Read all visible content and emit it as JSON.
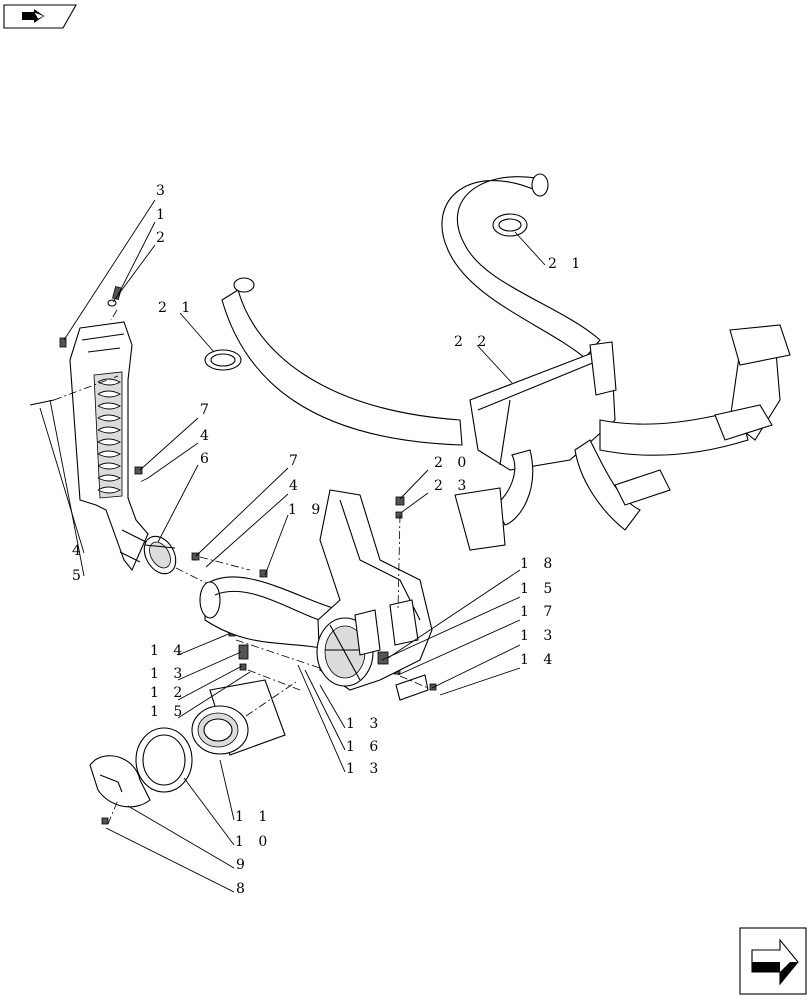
{
  "callouts": [
    {
      "id": "c3",
      "text": "3"
    },
    {
      "id": "c1",
      "text": "1"
    },
    {
      "id": "c2",
      "text": "2"
    },
    {
      "id": "c21a",
      "text": "2 1"
    },
    {
      "id": "c21b",
      "text": "2 1"
    },
    {
      "id": "c22",
      "text": "2 2"
    },
    {
      "id": "c7a",
      "text": "7"
    },
    {
      "id": "c4a",
      "text": "4"
    },
    {
      "id": "c6",
      "text": "6"
    },
    {
      "id": "c7b",
      "text": "7"
    },
    {
      "id": "c4b",
      "text": "4"
    },
    {
      "id": "c19",
      "text": "1 9"
    },
    {
      "id": "c20",
      "text": "2 0"
    },
    {
      "id": "c23",
      "text": "2 3"
    },
    {
      "id": "c4c",
      "text": "4"
    },
    {
      "id": "c5",
      "text": "5"
    },
    {
      "id": "c18",
      "text": "1 8"
    },
    {
      "id": "c15a",
      "text": "1 5"
    },
    {
      "id": "c17",
      "text": "1 7"
    },
    {
      "id": "c13a",
      "text": "1 3"
    },
    {
      "id": "c14a",
      "text": "1 4"
    },
    {
      "id": "c14b",
      "text": "1 4"
    },
    {
      "id": "c13b",
      "text": "1 3"
    },
    {
      "id": "c12",
      "text": "1 2"
    },
    {
      "id": "c15b",
      "text": "1 5"
    },
    {
      "id": "c13c",
      "text": "1 3"
    },
    {
      "id": "c16",
      "text": "1 6"
    },
    {
      "id": "c13d",
      "text": "1 3"
    },
    {
      "id": "c11",
      "text": "1 1"
    },
    {
      "id": "c10",
      "text": "1 0"
    },
    {
      "id": "c9",
      "text": "9"
    },
    {
      "id": "c8",
      "text": "8"
    }
  ],
  "icons": {
    "top_left": "nav-arrow-icon",
    "bottom_right": "next-page-arrow-icon"
  }
}
